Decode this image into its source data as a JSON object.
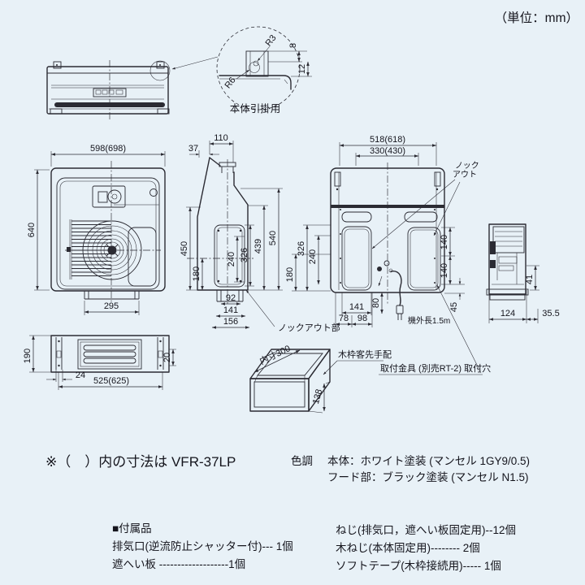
{
  "unit_note": "（単位：mm）",
  "detail": {
    "r3": "R3",
    "r6": "R6",
    "d8": "8",
    "d12": "12",
    "label": "本体引掛用"
  },
  "front": {
    "w": "598(698)",
    "h": "640",
    "duct": "295"
  },
  "side": {
    "d110": "110",
    "d37": "37",
    "d450": "450",
    "d180": "180",
    "d240": "240",
    "d326": "326",
    "d439": "439",
    "d540": "540",
    "d92": "92",
    "d141": "141",
    "d156": "156",
    "knockout": "ノックアウト部"
  },
  "rear": {
    "w": "518(618)",
    "w_inner": "330(430)",
    "d326": "326",
    "d240": "240",
    "d180": "180",
    "d140a": "140",
    "d140b": "140",
    "d45": "45",
    "d141": "141",
    "d80": "80",
    "d78": "78",
    "d98": "98",
    "cord": "機外長1.5m",
    "ko1": "ノック",
    "ko2": "アウト"
  },
  "rside": {
    "d41": "41",
    "d124": "124",
    "d355": "35.5"
  },
  "bottom": {
    "d190": "190",
    "d24": "24",
    "d525": "525(625)",
    "d20": "20"
  },
  "frame": {
    "inner": "内寸300",
    "d138": "138",
    "label": "木枠客先手配"
  },
  "bracket_label": "取付金具 (別売RT-2) 取付穴",
  "notes": {
    "dims_note": "※（　）内の寸法は VFR-37LP",
    "color_title": "色調",
    "color_body": "本体：ホワイト塗装 (マンセル 1GY9/0.5)",
    "color_hood": "フード部：ブラック塗装 (マンセル N1.5)"
  },
  "accessories": {
    "title": "■付属品",
    "left": [
      "排気口(逆流防止シャッター付)--- 1個",
      "遮へい板 -------------------1個"
    ],
    "right": [
      "ねじ(排気口，遮へい板固定用)--12個",
      "木ねじ(本体固定用)-------- 2個",
      "ソフトテープ(木枠接続用)----- 1個"
    ]
  },
  "colors": {
    "background": "#e8f1f7",
    "line": "#2b2b33",
    "text": "#15151d"
  }
}
